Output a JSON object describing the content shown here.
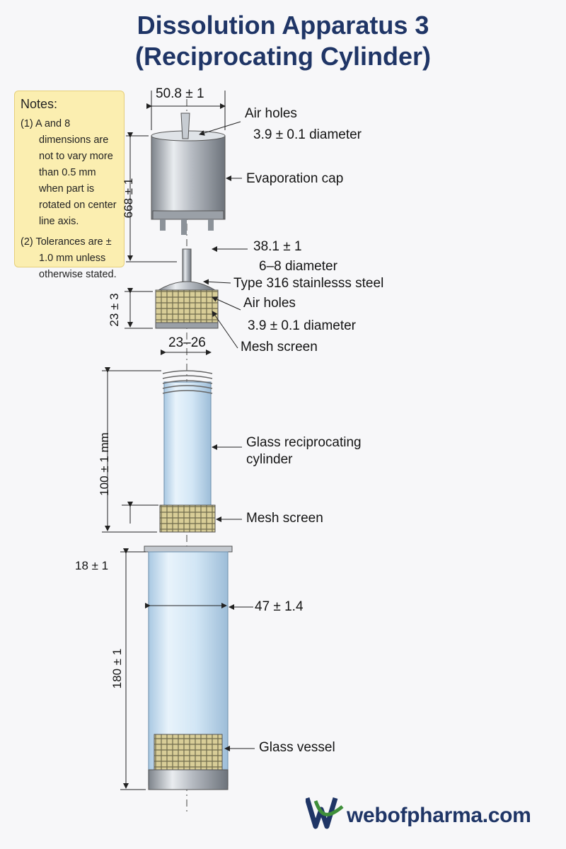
{
  "title": {
    "line1": "Dissolution Apparatus 3",
    "line2": "(Reciprocating Cylinder)"
  },
  "notes": {
    "heading": "Notes:",
    "note1": "(1) A and 8 dimensions are not to vary more than 0.5 mm when part is rotated on center line axis.",
    "note2": "(2) Tolerances are ± 1.0 mm unless otherwise stated."
  },
  "labels": {
    "top_width": "50.8 ± 1",
    "air_holes_1": "Air holes",
    "air_holes_1_dim": "3.9 ± 0.1 diameter",
    "evaporation_cap": "Evaporation cap",
    "cap_height": "668 ± 1",
    "dim_38": "38.1 ± 1",
    "dim_68": "6–8 diameter",
    "steel": "Type 316 stainlesss steel",
    "air_holes_2": "Air holes",
    "air_holes_2_dim": "3.9 ± 0.1 diameter",
    "mesh_1": "Mesh screen",
    "dim_23": "23 ± 3",
    "dim_2326": "23–26",
    "cyl_height": "100 ± 1 mm",
    "glass_cyl": "Glass reciprocating cylinder",
    "mesh_2": "Mesh screen",
    "dim_18": "18 ± 1",
    "dim_47": "47 ± 1.4",
    "dim_180": "180 ± 1",
    "glass_vessel": "Glass vessel"
  },
  "logo": {
    "text": "webofpharma.com",
    "brand_color": "#1f3566",
    "accent_color": "#3f8f3a"
  },
  "colors": {
    "title": "#1f3566",
    "notes_bg": "#fbeeb0",
    "steel": "#aeb3ba",
    "glass": "#cfe3f4",
    "mesh": "#cdbf86"
  }
}
